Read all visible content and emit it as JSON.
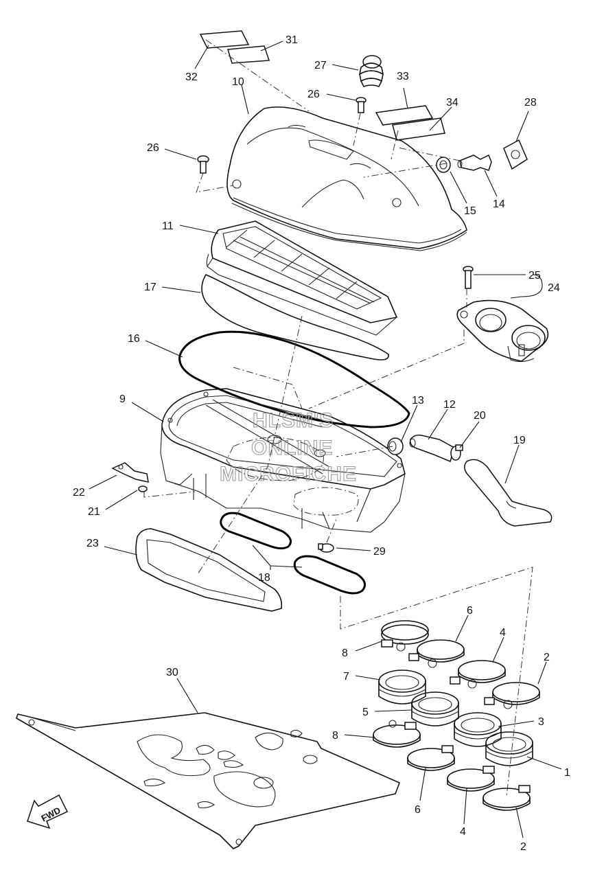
{
  "watermark": [
    "HLSM'S",
    "ONLINE",
    "MICROFICHE"
  ],
  "direction_label": "FWD",
  "callouts": [
    {
      "id": "c31",
      "text": "31"
    },
    {
      "id": "c32",
      "text": "32"
    },
    {
      "id": "c27",
      "text": "27"
    },
    {
      "id": "c33",
      "text": "33"
    },
    {
      "id": "c10",
      "text": "10"
    },
    {
      "id": "c26a",
      "text": "26"
    },
    {
      "id": "c34",
      "text": "34"
    },
    {
      "id": "c28",
      "text": "28"
    },
    {
      "id": "c26b",
      "text": "26"
    },
    {
      "id": "c15",
      "text": "15"
    },
    {
      "id": "c14",
      "text": "14"
    },
    {
      "id": "c11",
      "text": "11"
    },
    {
      "id": "c25",
      "text": "25"
    },
    {
      "id": "c24",
      "text": "24"
    },
    {
      "id": "c17",
      "text": "17"
    },
    {
      "id": "c16",
      "text": "16"
    },
    {
      "id": "c13",
      "text": "13"
    },
    {
      "id": "c12",
      "text": "12"
    },
    {
      "id": "c20",
      "text": "20"
    },
    {
      "id": "c9",
      "text": "9"
    },
    {
      "id": "c19",
      "text": "19"
    },
    {
      "id": "c22",
      "text": "22"
    },
    {
      "id": "c21",
      "text": "21"
    },
    {
      "id": "c23",
      "text": "23"
    },
    {
      "id": "c29",
      "text": "29"
    },
    {
      "id": "c18",
      "text": "18"
    },
    {
      "id": "c6a",
      "text": "6"
    },
    {
      "id": "c8a",
      "text": "8"
    },
    {
      "id": "c4a",
      "text": "4"
    },
    {
      "id": "c2a",
      "text": "2"
    },
    {
      "id": "c7",
      "text": "7"
    },
    {
      "id": "c30",
      "text": "30"
    },
    {
      "id": "c5",
      "text": "5"
    },
    {
      "id": "c3",
      "text": "3"
    },
    {
      "id": "c8b",
      "text": "8"
    },
    {
      "id": "c1",
      "text": "1"
    },
    {
      "id": "c6b",
      "text": "6"
    },
    {
      "id": "c4b",
      "text": "4"
    },
    {
      "id": "c2b",
      "text": "2"
    }
  ]
}
